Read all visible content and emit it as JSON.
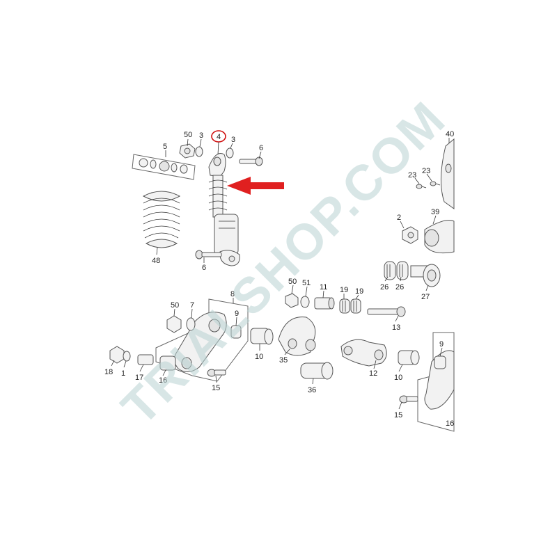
{
  "watermark": {
    "text": "TRIALSHOP.COM",
    "color": "#b9d3d3"
  },
  "highlight": {
    "part_number": "4",
    "circle_color": "#d01010",
    "arrow_color": "#e02020"
  },
  "labels": [
    {
      "id": "l50a",
      "text": "50"
    },
    {
      "id": "l3a",
      "text": "3"
    },
    {
      "id": "l4",
      "text": "4"
    },
    {
      "id": "l3b",
      "text": "3"
    },
    {
      "id": "l6a",
      "text": "6"
    },
    {
      "id": "l5",
      "text": "5"
    },
    {
      "id": "l48",
      "text": "48"
    },
    {
      "id": "l6b",
      "text": "6"
    },
    {
      "id": "l40",
      "text": "40"
    },
    {
      "id": "l23a",
      "text": "23"
    },
    {
      "id": "l23b",
      "text": "23"
    },
    {
      "id": "l2",
      "text": "2"
    },
    {
      "id": "l39",
      "text": "39"
    },
    {
      "id": "l26a",
      "text": "26"
    },
    {
      "id": "l26b",
      "text": "26"
    },
    {
      "id": "l27",
      "text": "27"
    },
    {
      "id": "l50b",
      "text": "50"
    },
    {
      "id": "l51",
      "text": "51"
    },
    {
      "id": "l11",
      "text": "11"
    },
    {
      "id": "l19a",
      "text": "19"
    },
    {
      "id": "l19b",
      "text": "19"
    },
    {
      "id": "l13",
      "text": "13"
    },
    {
      "id": "l8",
      "text": "8"
    },
    {
      "id": "l50c",
      "text": "50"
    },
    {
      "id": "l7",
      "text": "7"
    },
    {
      "id": "l9a",
      "text": "9"
    },
    {
      "id": "l10a",
      "text": "10"
    },
    {
      "id": "l35",
      "text": "35"
    },
    {
      "id": "l12",
      "text": "12"
    },
    {
      "id": "l18",
      "text": "18"
    },
    {
      "id": "l1",
      "text": "1"
    },
    {
      "id": "l17",
      "text": "17"
    },
    {
      "id": "l16a",
      "text": "16"
    },
    {
      "id": "l15a",
      "text": "15"
    },
    {
      "id": "l36",
      "text": "36"
    },
    {
      "id": "l10b",
      "text": "10"
    },
    {
      "id": "l9b",
      "text": "9"
    },
    {
      "id": "l15b",
      "text": "15"
    },
    {
      "id": "l16b",
      "text": "16"
    }
  ]
}
